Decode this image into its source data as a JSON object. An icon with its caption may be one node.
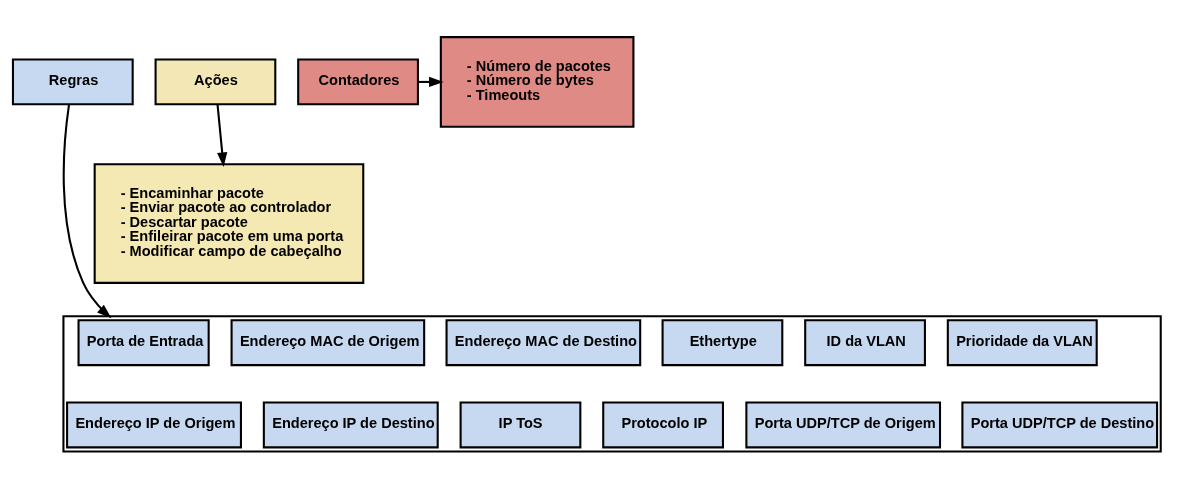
{
  "diagram": {
    "nodes": [
      {
        "text": [
          "Regras"
        ]
      },
      {
        "text": [
          "Ações"
        ]
      },
      {
        "text": [
          "Contadores"
        ]
      },
      {
        "text": [
          "- Número de pacotes",
          "- Número de bytes",
          "- Timeouts"
        ]
      },
      {
        "text": [
          "- Encaminhar pacote",
          "- Enviar pacote ao controlador",
          "- Descartar pacote",
          "- Enfileirar pacote em uma porta",
          "- Modificar campo de cabeçalho"
        ]
      },
      {
        "text": [],
        "shape": "box"
      },
      {
        "text": [
          "Porta de Entrada"
        ],
        "in": 5
      },
      {
        "text": [
          "Endereço MAC de Origem"
        ],
        "in": 5
      },
      {
        "text": [
          "Endereço MAC de Destino"
        ],
        "in": 5
      },
      {
        "text": [
          "Ethertype"
        ],
        "in": 5
      },
      {
        "text": [
          "ID da VLAN"
        ],
        "in": 5
      },
      {
        "text": [
          "Prioridade da VLAN"
        ],
        "in": 5
      },
      {
        "text": [
          "Endereço IP de Origem"
        ],
        "in": 5
      },
      {
        "text": [
          "Endereço IP de Destino"
        ],
        "in": 5
      },
      {
        "text": [
          "IP ToS"
        ],
        "in": 5
      },
      {
        "text": [
          "Protocolo IP"
        ],
        "in": 5
      },
      {
        "text": [
          "Porta UDP/TCP de Origem"
        ],
        "in": 5
      },
      {
        "text": [
          "Porta UDP/TCP de Destino"
        ],
        "in": 5
      }
    ],
    "edges": [
      {
        "from": 2,
        "to": 3,
        "arrow": "to"
      },
      {
        "from": 1,
        "to": 4,
        "arrow": "to"
      },
      {
        "from": 0,
        "to": 5,
        "arrow": "to"
      }
    ]
  }
}
